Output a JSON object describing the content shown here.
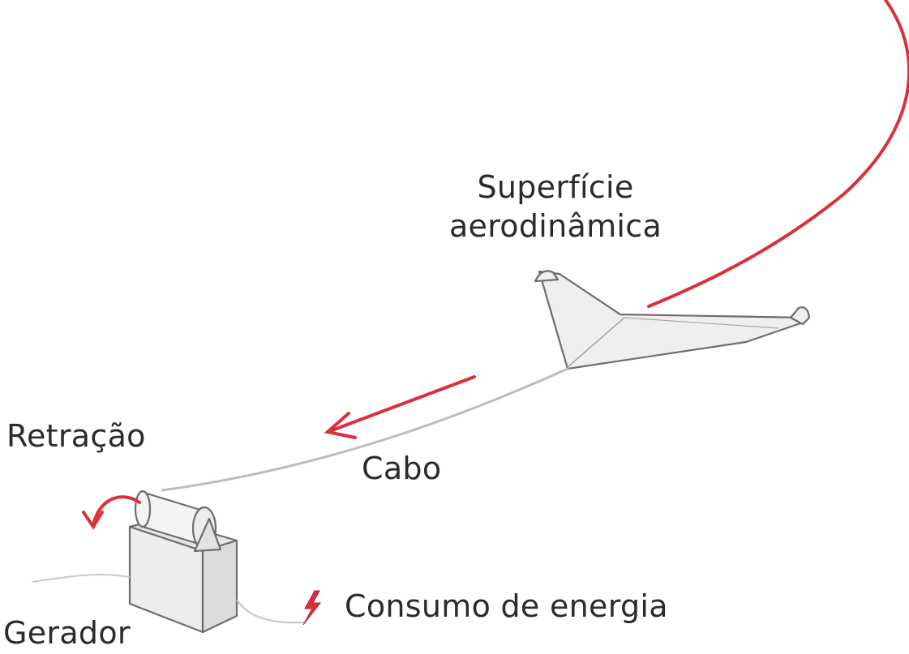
{
  "labels": {
    "surface_line1": "Superfície",
    "surface_line2": "aerodinâmica",
    "retraction": "Retração",
    "cable": "Cabo",
    "energy": "Consumo de energia",
    "generator": "Gerador"
  },
  "icons": {
    "kite": "kite-wing-icon",
    "generator": "winch-generator-icon",
    "energy": "lightning-bolt-icon"
  },
  "colors": {
    "accent_red": "#d9303a",
    "sketch_grey": "#7a7a7a",
    "text": "#2b2b2b"
  }
}
